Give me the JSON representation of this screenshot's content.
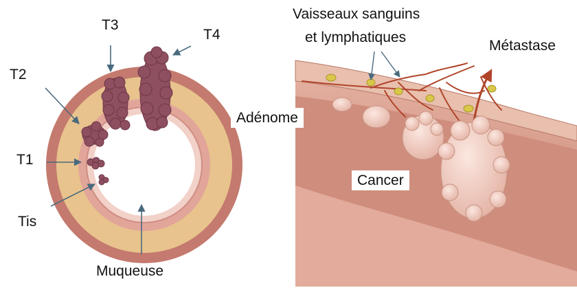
{
  "left_diagram": {
    "labels": {
      "t3": "T3",
      "t4": "T4",
      "t2": "T2",
      "t1": "T1",
      "tis": "Tis",
      "muqueuse": "Muqueuse"
    },
    "colors": {
      "outer_wall": "#c47a6e",
      "middle_layer": "#e8c38d",
      "inner_layer": "#e2a59a",
      "mucosa": "#f2d1c8",
      "tumor": "#8e4f60"
    }
  },
  "right_diagram": {
    "labels": {
      "vessels_line1": "Vaisseaux sanguins",
      "vessels_line2": "et lymphatiques",
      "metastase": "Métastase",
      "adenome": "Adénome",
      "cancer": "Cancer"
    },
    "colors": {
      "colon_wall": "#d49a8a",
      "colon_inner": "#c98273",
      "vessels": "#b0452a",
      "lymph_nodes": "#d9c74a",
      "tumor": "#f0cfc4"
    }
  }
}
